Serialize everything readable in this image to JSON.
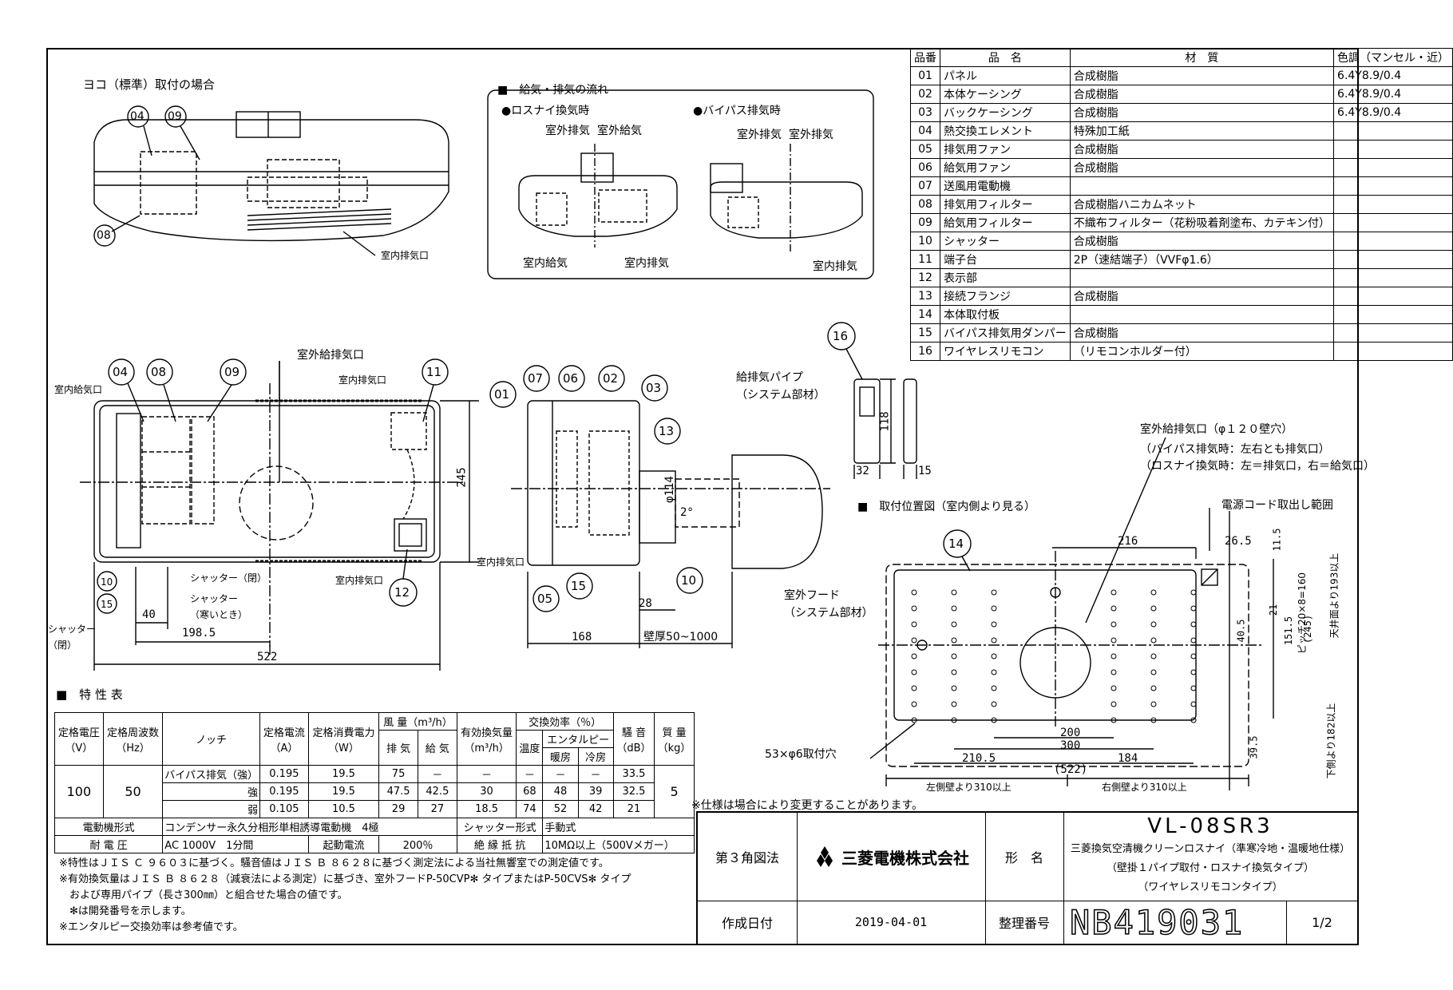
{
  "views": {
    "side_title": "ヨコ（標準）取付の場合",
    "flow_title": "■　給気・排気の流れ",
    "flow_lossnay": "●ロスナイ換気時",
    "flow_bypass": "●バイパス排気時",
    "flow_out_exhaust": "室外排気",
    "flow_out_supply": "室外給気",
    "flow_in_supply": "室内給気",
    "flow_in_exhaust": "室内排気",
    "flow_out_exhaust2": "室外排気",
    "flow_out_exhaust3": "室外排気",
    "flow_in_exhaust2": "室内排気",
    "side_label_exhaust": "室内排気口",
    "top_label_in_supply": "室内給気口",
    "top_label_out": "室外給排気口",
    "top_label_in_exhaust_top": "室内排気口",
    "top_label_in_exhaust_bottom": "室内排気口",
    "shutter_closed": "シャッター（閉）",
    "shutter_cold": "シャッター",
    "shutter_cold2": "（寒いとき）",
    "shutter_closed_left": "シャッター",
    "shutter_closed_left2": "（閉）",
    "dim_40": "40",
    "dim_198": "198.5",
    "dim_522": "522",
    "dim_245": "245",
    "section_pipe": "給排気パイプ",
    "section_pipe2": "（システム部材）",
    "section_hood": "室外フード",
    "section_hood2": "（システム部材）",
    "section_in_exhaust": "室内排気口",
    "dim_168": "168",
    "dim_28": "28",
    "dim_wall": "壁厚50~1000",
    "dim_114": "φ114",
    "dim_2deg": "2°",
    "remote_118": "118",
    "remote_32": "32",
    "remote_15": "15",
    "mount_title": "■　取付位置図（室内側より見る）",
    "mount_hole": "室外給排気口（φ１２０壁穴）",
    "mount_hole2": "（バイパス排気時：左右とも排気口）",
    "mount_hole3": "（ロスナイ換気時：左＝排気口，右＝給気口）",
    "mount_cord": "電源コード取出し範囲",
    "mount_216": "216",
    "mount_265": "26.5",
    "mount_115": "11.5",
    "mount_21": "21",
    "mount_405": "40.5",
    "mount_1515": "151.5",
    "mount_pitch": "ピッチ20×8=160",
    "mount_245": "(245)",
    "mount_ceiling": "天井面より193以上",
    "mount_floor": "下側より182以上",
    "mount_395": "39.5",
    "mount_holes": "53×φ6取付穴",
    "mount_200": "200",
    "mount_300": "300",
    "mount_2105": "210.5",
    "mount_184": "184",
    "mount_522": "(522)",
    "mount_left": "左側壁より310以上",
    "mount_right": "右側壁より310以上",
    "spec_note": "※仕様は場合により変更することがあります。"
  },
  "balloons": [
    "04",
    "09",
    "08",
    "04",
    "08",
    "09",
    "11",
    "10",
    "15",
    "12",
    "01",
    "07",
    "06",
    "02",
    "03",
    "13",
    "05",
    "15",
    "10",
    "16",
    "14"
  ],
  "parts": {
    "headers": [
      "品番",
      "品　名",
      "材　質",
      "色調（マンセル・近）"
    ],
    "rows": [
      [
        "01",
        "パネル",
        "合成樹脂",
        "6.4Y8.9/0.4"
      ],
      [
        "02",
        "本体ケーシング",
        "合成樹脂",
        "6.4Y8.9/0.4"
      ],
      [
        "03",
        "バックケーシング",
        "合成樹脂",
        "6.4Y8.9/0.4"
      ],
      [
        "04",
        "熱交換エレメント",
        "特殊加工紙",
        ""
      ],
      [
        "05",
        "排気用ファン",
        "合成樹脂",
        ""
      ],
      [
        "06",
        "給気用ファン",
        "合成樹脂",
        ""
      ],
      [
        "07",
        "送風用電動機",
        "",
        ""
      ],
      [
        "08",
        "排気用フィルター",
        "合成樹脂ハニカムネット",
        ""
      ],
      [
        "09",
        "給気用フィルター",
        "不織布フィルター（花粉吸着剤塗布、カテキン付）",
        ""
      ],
      [
        "10",
        "シャッター",
        "合成樹脂",
        ""
      ],
      [
        "11",
        "端子台",
        "2P（速結端子）（VVFφ1.6）",
        ""
      ],
      [
        "12",
        "表示部",
        "",
        ""
      ],
      [
        "13",
        "接続フランジ",
        "合成樹脂",
        ""
      ],
      [
        "14",
        "本体取付板",
        "",
        ""
      ],
      [
        "15",
        "バイパス排気用ダンパー",
        "合成樹脂",
        ""
      ],
      [
        "16",
        "ワイヤレスリモコン",
        "（リモコンホルダー付）",
        ""
      ]
    ]
  },
  "spec": {
    "title": "■　特 性 表",
    "h_voltage": "定格電圧",
    "h_voltage_u": "（V）",
    "h_freq": "定格周波数",
    "h_freq_u": "（Hz）",
    "h_notch": "ノッチ",
    "h_current": "定格電流",
    "h_current_u": "（A）",
    "h_power": "定格消費電力",
    "h_power_u": "（W）",
    "h_air": "風 量（m³/h）",
    "h_air_ex": "排 気",
    "h_air_sup": "給 気",
    "h_eff": "有効換気量",
    "h_eff_u": "（m³/h）",
    "h_exch": "交換効率（％）",
    "h_temp": "温度",
    "h_enth": "エンタルピー",
    "h_heat": "暖房",
    "h_cool": "冷房",
    "h_noise": "騒 音",
    "h_noise_u": "（dB）",
    "h_mass": "質 量",
    "h_mass_u": "（kg）",
    "voltage": "100",
    "freq": "50",
    "mass": "5",
    "rows": [
      [
        "バイパス排気（強）",
        "0.195",
        "19.5",
        "75",
        "－",
        "－",
        "－",
        "－",
        "－",
        "33.5"
      ],
      [
        "強",
        "0.195",
        "19.5",
        "47.5",
        "42.5",
        "30",
        "68",
        "48",
        "39",
        "32.5"
      ],
      [
        "弱",
        "0.105",
        "10.5",
        "29",
        "27",
        "18.5",
        "74",
        "52",
        "42",
        "21"
      ]
    ],
    "motor_label": "電動機形式",
    "motor_value": "コンデンサー永久分相形単相誘導電動機　4極",
    "shutter_label": "シャッター形式",
    "shutter_value": "手動式",
    "withstand_label": "耐 電 圧",
    "withstand_value": "AC 1000V　1分間",
    "inrush_label": "起動電流",
    "inrush_value": "200％",
    "insul_label": "絶 縁 抵 抗",
    "insul_value": "10MΩ以上（500Vメガー）",
    "notes": [
      "※特性はＪＩＳ Ｃ ９６０３に基づく。騒音値はＪＩＳ Ｂ ８６２８に基づく測定法による当社無響室での測定値です。",
      "※有効換気量はＪＩＳ Ｂ ８６２８（減衰法による測定）に基づき、室外フードP-50CVP✻ タイプまたはP-50CVS✻ タイプ",
      "　および専用パイプ（長さ300㎜）と組合せた場合の値です。",
      "　✻は開発番号を示します。",
      "※エンタルピー交換効率は参考値です。"
    ]
  },
  "title_block": {
    "projection": "第３角図法",
    "company": "三菱電機株式会社",
    "name_label": "形　名",
    "model": "VL-08SR3",
    "desc1": "三菱換気空清機クリーンロスナイ（準寒冷地・温暖地仕様）",
    "desc2": "（壁掛１パイプ取付・ロスナイ換気タイプ）",
    "desc3": "（ワイヤレスリモコンタイプ）",
    "date_label": "作成日付",
    "date": "2019-04-01",
    "ref_label": "整理番号",
    "ref": "NB419031",
    "page": "1/2"
  }
}
